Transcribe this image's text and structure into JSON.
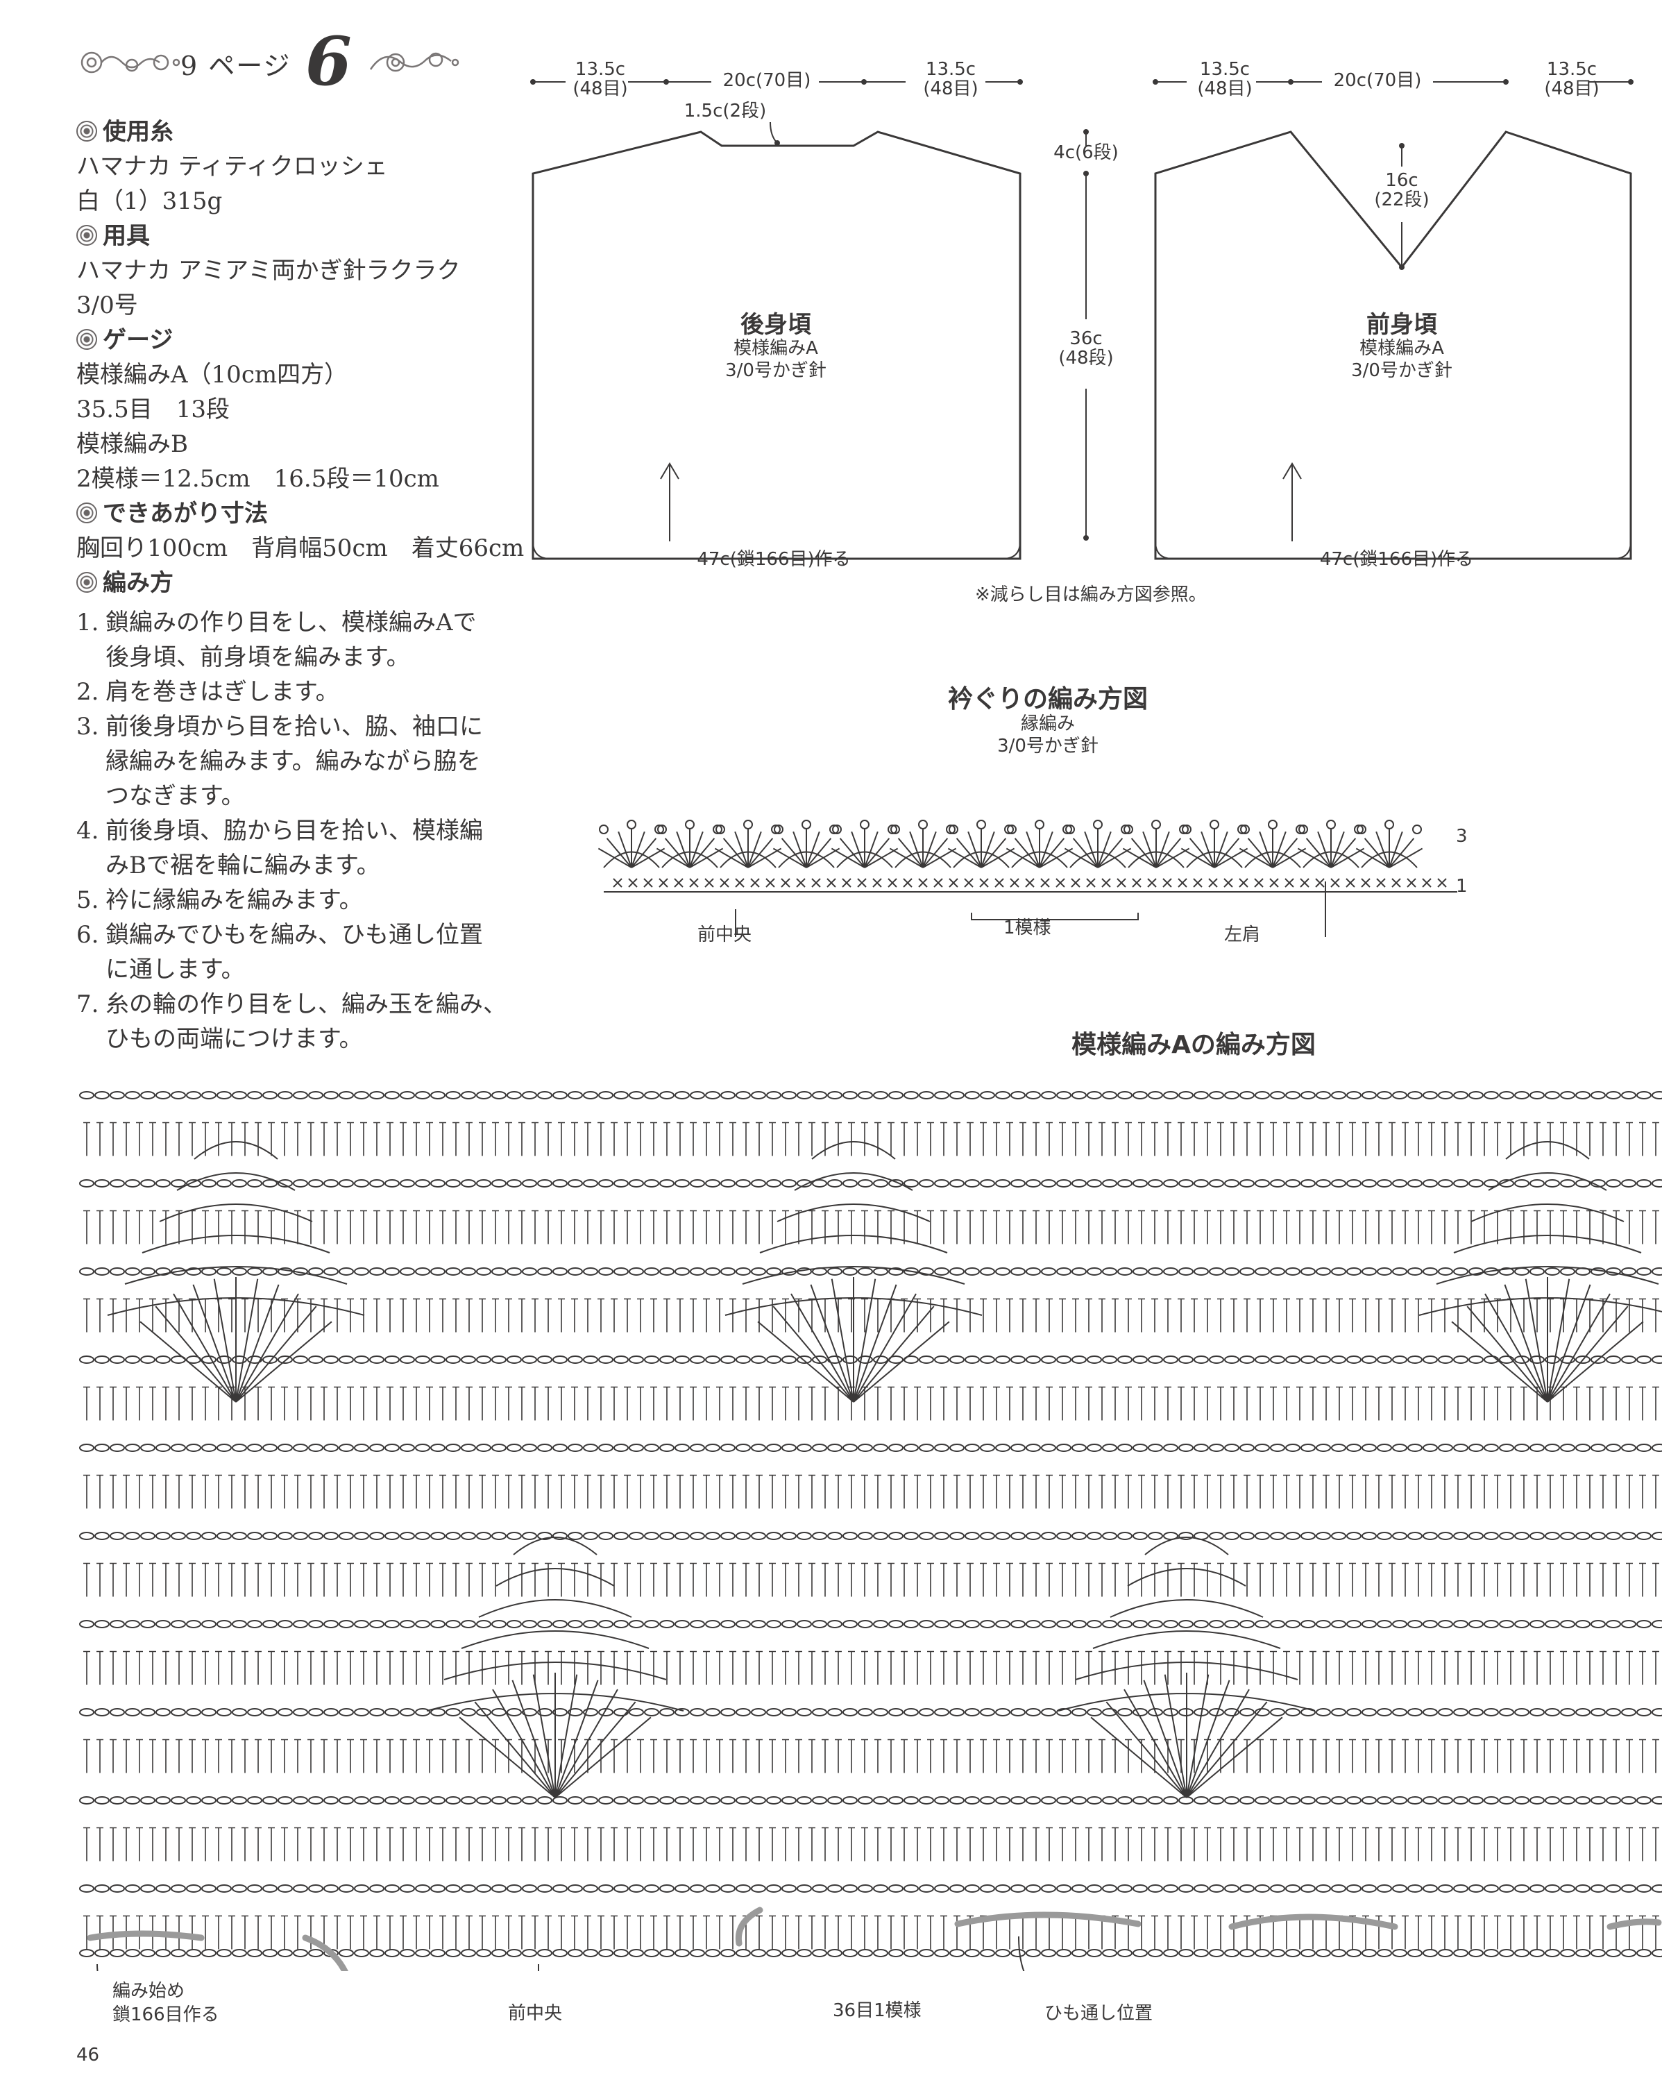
{
  "header": {
    "page_ref": "9 ページ",
    "pattern_number": "6"
  },
  "materials": [
    {
      "head": "使用糸"
    },
    {
      "text": "ハマナカ ティティクロッシェ"
    },
    {
      "text": "白（1）315g"
    },
    {
      "head": "用具"
    },
    {
      "text": "ハマナカ アミアミ両かぎ針ラクラク"
    },
    {
      "text": "3/0号"
    },
    {
      "head": "ゲージ"
    },
    {
      "text": "模様編みA（10cm四方）"
    },
    {
      "text": "35.5目　13段"
    },
    {
      "text": "模様編みB"
    },
    {
      "text": "2模様＝12.5cm　16.5段＝10cm"
    },
    {
      "head": "できあがり寸法"
    },
    {
      "text": "胸回り100cm　背肩幅50cm　着丈66cm"
    },
    {
      "head": "編み方"
    }
  ],
  "steps": [
    {
      "num": "1.",
      "text": "鎖編みの作り目をし、模様編みAで\n後身頃、前身頃を編みます。"
    },
    {
      "num": "2.",
      "text": "肩を巻きはぎします。"
    },
    {
      "num": "3.",
      "text": "前後身頃から目を拾い、脇、袖口に\n縁編みを編みます。編みながら脇を\nつなぎます。"
    },
    {
      "num": "4.",
      "text": "前後身頃、脇から目を拾い、模様編\nみBで裾を輪に編みます。"
    },
    {
      "num": "5.",
      "text": "衿に縁編みを編みます。"
    },
    {
      "num": "6.",
      "text": "鎖編みでひもを編み、ひも通し位置\nに通します。"
    },
    {
      "num": "7.",
      "text": "糸の輪の作り目をし、編み玉を編み、\nひもの両端につけます。"
    }
  ],
  "back_panel": {
    "shoulder_left": "13.5c\n(48目)",
    "neck": "20c(70目)",
    "shoulder_right": "13.5c\n(48目)",
    "neck_depth": "1.5c(2段)",
    "title": "後身頃",
    "pattern": "模様編みA",
    "hook": "3/0号かぎ針",
    "bottom": "47c(鎖166目)作る"
  },
  "center_dims": {
    "shoulder_height": "4c(6段)",
    "body_height": "36c\n(48段)"
  },
  "front_panel": {
    "shoulder_left": "13.5c\n(48目)",
    "neck": "20c(70目)",
    "shoulder_right": "13.5c\n(48目)",
    "neck_depth": "16c\n(22段)",
    "title": "前身頃",
    "pattern": "模様編みA",
    "hook": "3/0号かぎ針",
    "bottom": "47c(鎖166目)作る"
  },
  "decrease_note": "※減らし目は編み方図参照。",
  "neckline_chart": {
    "title": "衿ぐりの編み方図",
    "stitch": "縁編み",
    "hook": "3/0号かぎ針",
    "row3": "3",
    "row1": "1",
    "front_center": "前中央",
    "repeat": "1模様",
    "left_shoulder": "左肩"
  },
  "pattern_a_chart": {
    "title": "模様編みAの編み方図",
    "start_note": "編み始め\n鎖166目作る",
    "front_center": "前中央",
    "repeat": "36目1模様",
    "cord_position": "ひも通し位置"
  },
  "page_number": "46",
  "colors": {
    "ink": "#3a3838",
    "cord": "#9a9a9a",
    "watermark": "#d6d6d6"
  }
}
